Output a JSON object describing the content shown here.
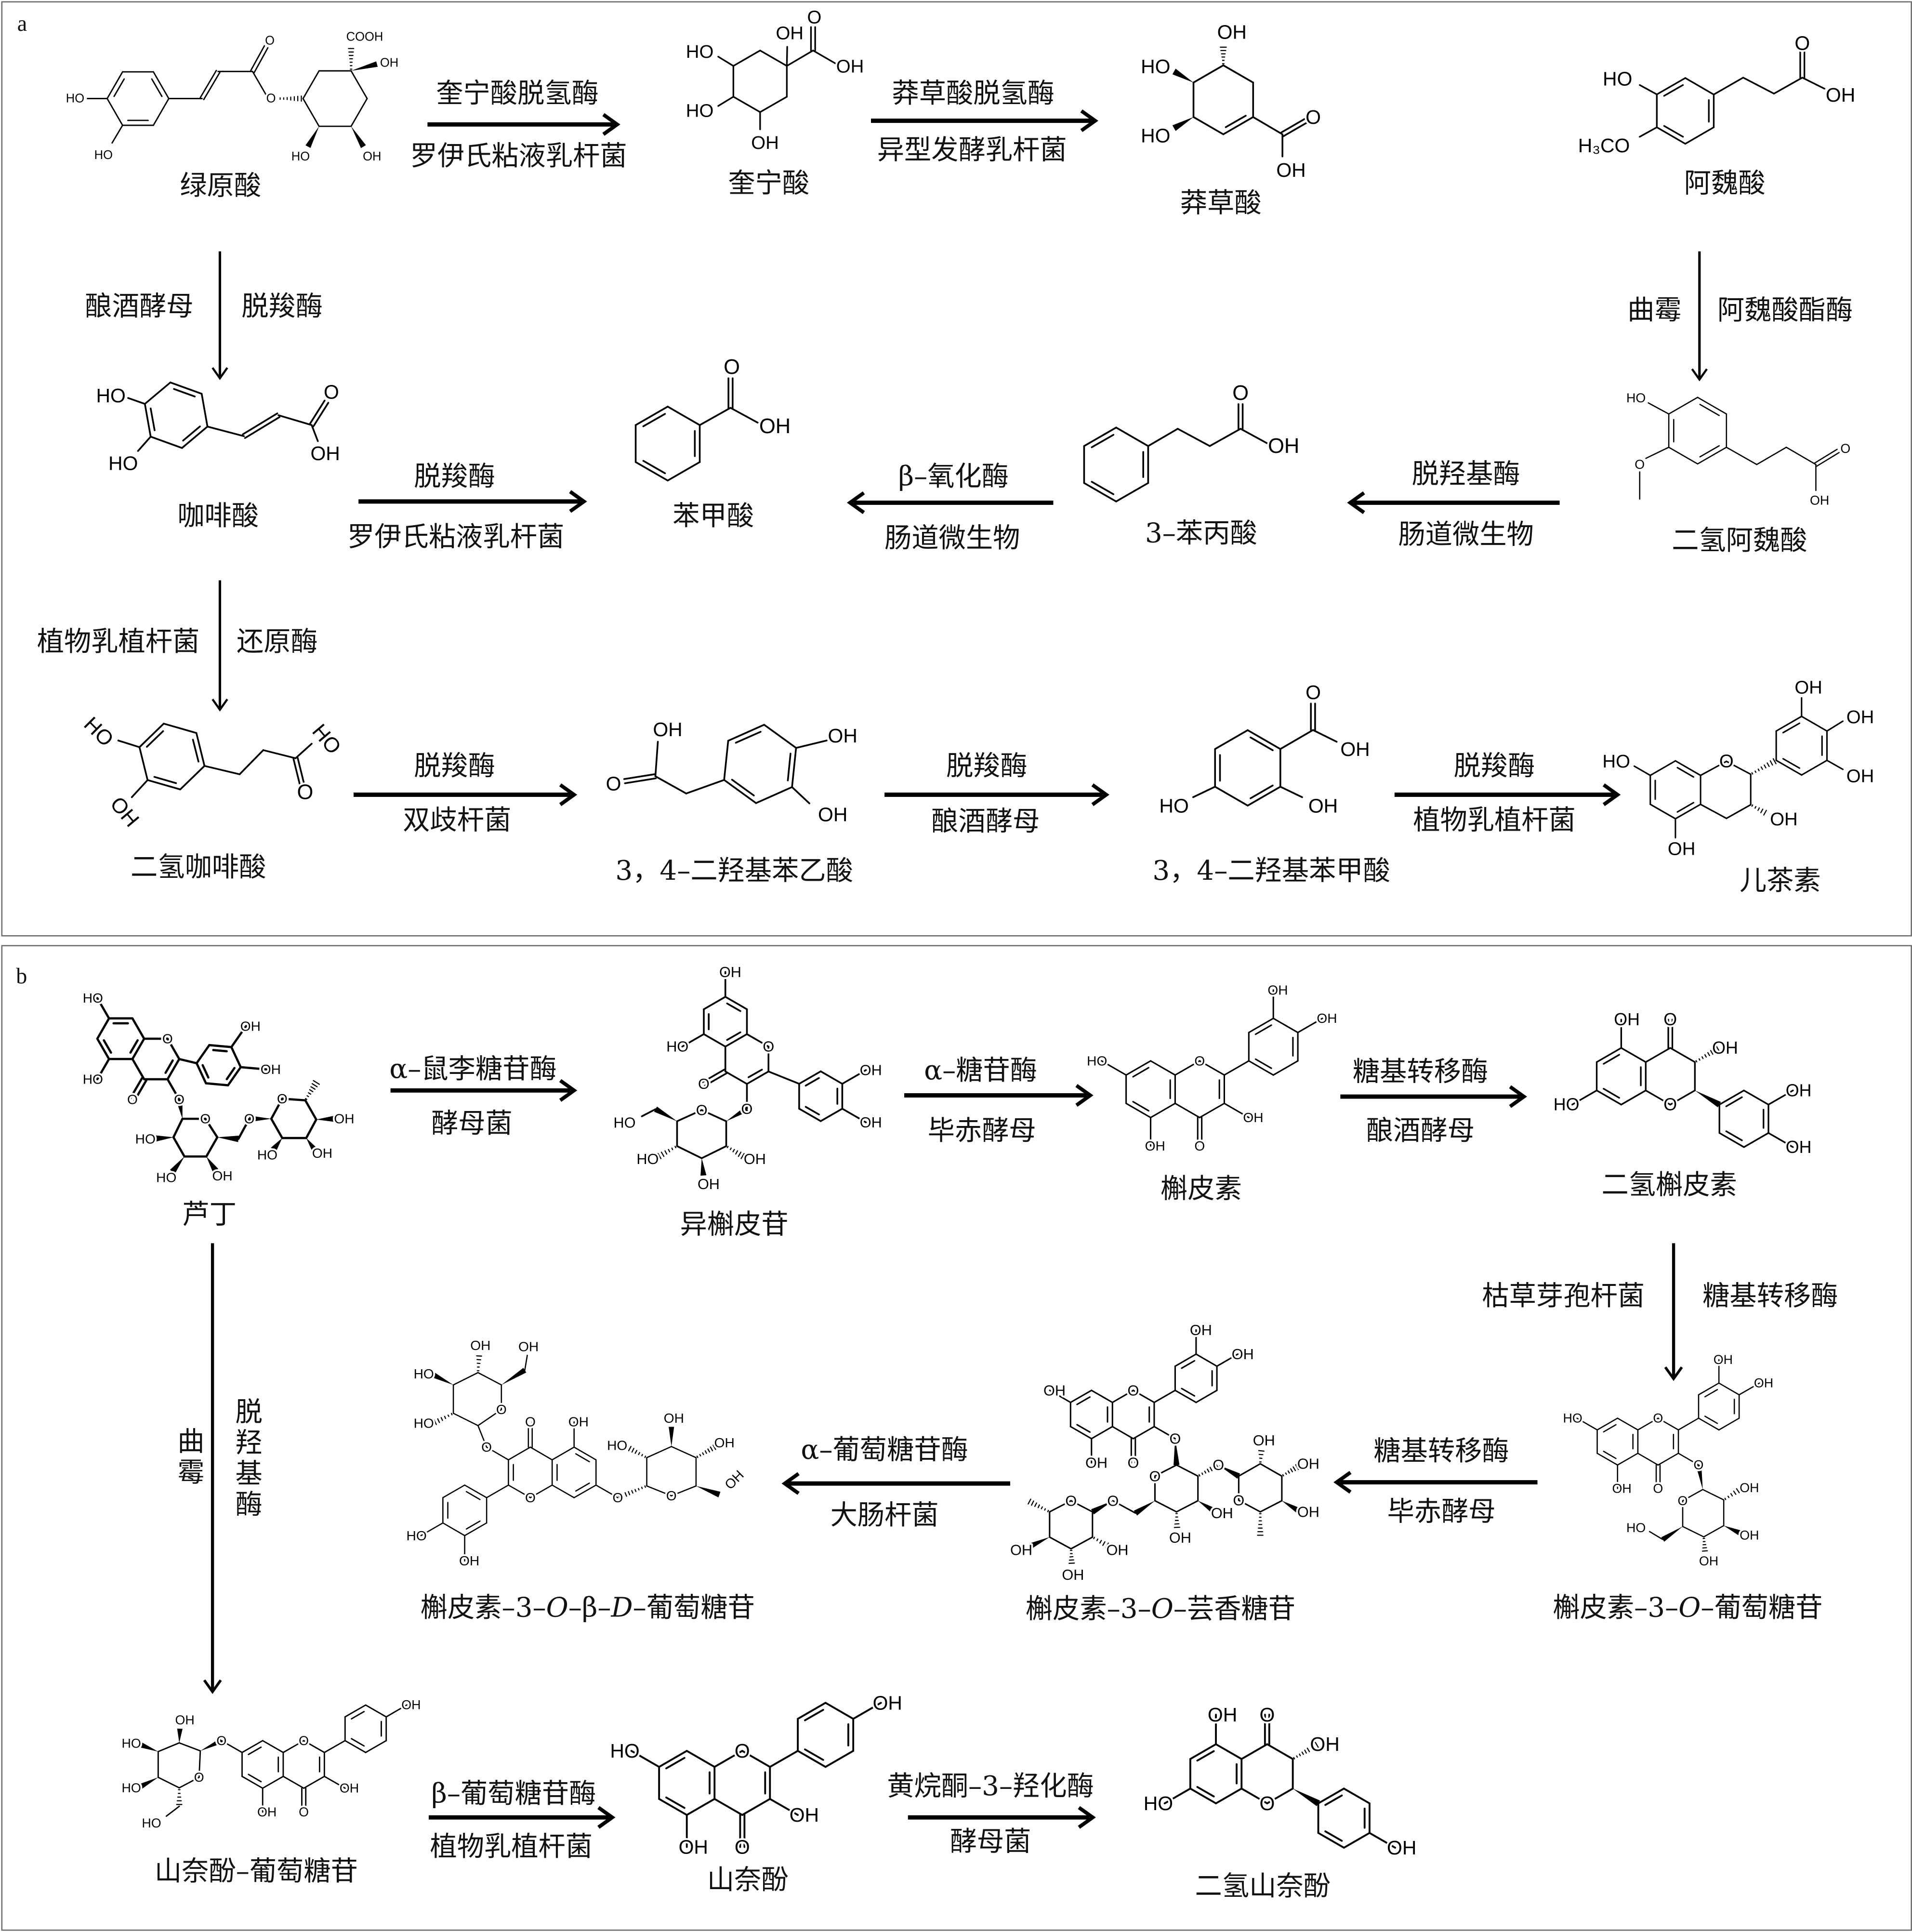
{
  "colors": {
    "panel_border": "#6b6b6b",
    "ink": "#000000",
    "background": "#ffffff"
  },
  "panel_a": {
    "label": "a",
    "compounds": {
      "chlorogenic_acid": {
        "name": "绿原酸",
        "atoms": [
          "HO",
          "HO",
          "O",
          "O",
          "COOH",
          "OH",
          "HO",
          "OH"
        ]
      },
      "quinic_acid": {
        "name": "奎宁酸",
        "atoms": [
          "HO",
          "HO",
          "OH",
          "OH",
          "O",
          "OH"
        ]
      },
      "shikimic_acid": {
        "name": "莽草酸",
        "atoms": [
          "OH",
          "HO",
          "HO",
          "O",
          "OH"
        ]
      },
      "ferulic_acid": {
        "name": "阿魏酸",
        "atoms": [
          "HO",
          "H₃CO",
          "O",
          "OH"
        ]
      },
      "caffeic_acid": {
        "name": "咖啡酸",
        "atoms": [
          "HO",
          "HO",
          "O",
          "OH"
        ]
      },
      "benzoic_acid": {
        "name": "苯甲酸",
        "atoms": [
          "O",
          "OH"
        ]
      },
      "phenylpropionic_acid": {
        "name": "3–苯丙酸",
        "atoms": [
          "O",
          "OH"
        ]
      },
      "dihydroferulic_acid": {
        "name": "二氢阿魏酸",
        "atoms": [
          "HO",
          "O",
          "O",
          "OH"
        ]
      },
      "dihydrocaffeic_acid": {
        "name": "二氢咖啡酸",
        "atoms": [
          "HO",
          "OH",
          "O",
          "HO"
        ]
      },
      "dihydroxyphenylacetic_acid": {
        "name": "3，4–二羟基苯乙酸",
        "atoms": [
          "OH",
          "OH",
          "O",
          "OH"
        ]
      },
      "dihydroxybenzoic_acid": {
        "name": "3，4–二羟基苯甲酸",
        "atoms": [
          "O",
          "OH",
          "OH",
          "HO"
        ]
      },
      "catechin": {
        "name": "儿茶素",
        "atoms": [
          "O",
          "HO",
          "OH",
          "OH",
          "OH",
          "OH",
          "OH"
        ]
      }
    },
    "reactions": {
      "chlorogenic_to_quinic": {
        "enzyme": "奎宁酸脱氢酶",
        "organism": "罗伊氏粘液乳杆菌"
      },
      "quinic_to_shikimic": {
        "enzyme": "莽草酸脱氢酶",
        "organism": "异型发酵乳杆菌"
      },
      "chlorogenic_to_caffeic": {
        "organism": "酿酒酵母",
        "enzyme": "脱羧酶"
      },
      "ferulic_to_dihydroferulic": {
        "organism": "曲霉",
        "enzyme": "阿魏酸酯酶"
      },
      "caffeic_to_benzoic": {
        "enzyme": "脱羧酶",
        "organism": "罗伊氏粘液乳杆菌"
      },
      "phenylpropionic_to_benzoic": {
        "enzyme": "β–氧化酶",
        "organism": "肠道微生物"
      },
      "dihydroferulic_to_phenylpropionic": {
        "enzyme": "脱羟基酶",
        "organism": "肠道微生物"
      },
      "caffeic_to_dihydrocaffeic": {
        "organism": "植物乳植杆菌",
        "enzyme": "还原酶"
      },
      "dihydrocaffeic_to_dihydroxyphenylacetic": {
        "enzyme": "脱羧酶",
        "organism": "双歧杆菌"
      },
      "dihydroxyphenylacetic_to_dihydroxybenzoic": {
        "enzyme": "脱羧酶",
        "organism": "酿酒酵母"
      },
      "dihydroxybenzoic_to_catechin": {
        "enzyme": "脱羧酶",
        "organism": "植物乳植杆菌"
      }
    }
  },
  "panel_b": {
    "label": "b",
    "compounds": {
      "rutin": {
        "name": "芦丁",
        "atoms": [
          "O",
          "O",
          "HO",
          "HO",
          "O",
          "OH",
          "OH",
          "O",
          "HO",
          "HO",
          "OH",
          "O",
          "O",
          "OH",
          "OH",
          "HO"
        ]
      },
      "isoquercitrin": {
        "name": "异槲皮苷",
        "atoms": [
          "O",
          "O",
          "HO",
          "OH",
          "O",
          "OH",
          "OH",
          "O",
          "HO",
          "HO",
          "OH",
          "OH"
        ]
      },
      "quercetin": {
        "name": "槲皮素",
        "atoms": [
          "O",
          "O",
          "OH",
          "HO",
          "OH",
          "OH",
          "OH"
        ]
      },
      "dihydroquercetin": {
        "name": "二氢槲皮素",
        "atoms": [
          "O",
          "O",
          "OH",
          "HO",
          "OH",
          "OH",
          "OH"
        ]
      },
      "quercetin_3_O_glucoside": {
        "name_parts": [
          "槲皮素–3–",
          "O",
          "–葡萄糖苷"
        ],
        "atoms": [
          "O",
          "O",
          "OH",
          "HO",
          "O",
          "OH",
          "OH",
          "O",
          "OH",
          "OH",
          "OH",
          "HO"
        ]
      },
      "quercetin_3_O_rutinoside": {
        "name_parts": [
          "槲皮素–3–",
          "O",
          "–芸香糖苷"
        ],
        "atoms": [
          "O",
          "O",
          "OH",
          "OH",
          "O",
          "OH",
          "OH",
          "O",
          "O",
          "OH",
          "OH",
          "O",
          "O",
          "OH",
          "OH",
          "OH",
          "O",
          "OH",
          "OH",
          "OH"
        ]
      },
      "quercetin_3_O_beta_D_glucoside": {
        "name_parts": [
          "槲皮素–3–",
          "O",
          "–β–",
          "D",
          "–葡萄糖苷"
        ],
        "atoms": [
          "O",
          "O",
          "OH",
          "O",
          "O",
          "OH",
          "HO",
          "O",
          "OH",
          "OH",
          "HO",
          "HO",
          "O",
          "OH",
          "OH",
          "OH",
          "HO"
        ]
      },
      "kaempferol_glucoside": {
        "name": "山奈酚–葡萄糖苷",
        "atoms": [
          "O",
          "O",
          "OH",
          "O",
          "OH",
          "OH",
          "O",
          "OH",
          "HO",
          "HO",
          "HO"
        ]
      },
      "kaempferol": {
        "name": "山奈酚",
        "atoms": [
          "O",
          "O",
          "OH",
          "HO",
          "OH",
          "OH"
        ]
      },
      "dihydrokaempferol": {
        "name": "二氢山奈酚",
        "atoms": [
          "O",
          "O",
          "OH",
          "HO",
          "OH",
          "OH"
        ]
      }
    },
    "reactions": {
      "rutin_to_isoquercitrin": {
        "enzyme": "α–鼠李糖苷酶",
        "organism": "酵母菌"
      },
      "isoquercitrin_to_quercetin": {
        "enzyme": "α–糖苷酶",
        "organism": "毕赤酵母"
      },
      "quercetin_to_dihydroquercetin": {
        "enzyme": "糖基转移酶",
        "organism": "酿酒酵母"
      },
      "dihydroquercetin_to_quercetin_3_O_glucoside": {
        "organism": "枯草芽孢杆菌",
        "enzyme": "糖基转移酶"
      },
      "quercetin_3_O_glucoside_to_rutinoside": {
        "enzyme": "糖基转移酶",
        "organism": "毕赤酵母"
      },
      "rutinoside_to_beta_D_glucoside": {
        "enzyme": "α–葡萄糖苷酶",
        "organism": "大肠杆菌"
      },
      "rutin_to_kaempferol_glucoside": {
        "organism": "曲霉",
        "enzyme": "脱羟基酶"
      },
      "kaempferol_glucoside_to_kaempferol": {
        "enzyme": "β–葡萄糖苷酶",
        "organism": "植物乳植杆菌"
      },
      "kaempferol_to_dihydrokaempferol": {
        "enzyme": "黄烷酮–3–羟化酶",
        "organism": "酵母菌"
      }
    }
  }
}
